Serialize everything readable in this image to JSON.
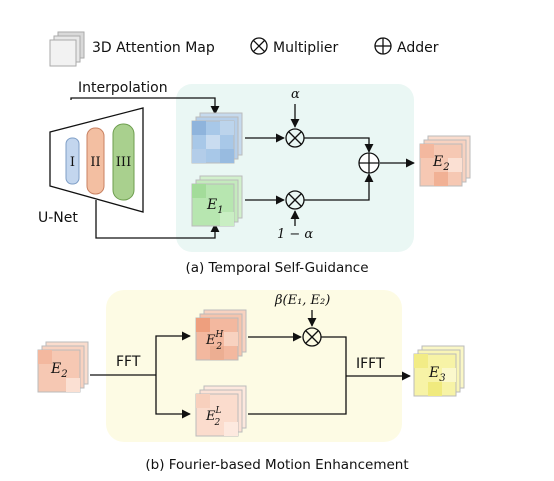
{
  "legend": {
    "attention_map": "3D Attention Map",
    "multiplier": "Multiplier",
    "adder": "Adder"
  },
  "part_a": {
    "interpolation": "Interpolation",
    "unet": "U-Net",
    "stages": [
      "I",
      "II",
      "III"
    ],
    "alpha": "α",
    "one_minus_alpha": "1 − α",
    "e1": "E",
    "e1_sub": "1",
    "e2": "E",
    "e2_sub": "2",
    "caption": "(a) Temporal Self-Guidance"
  },
  "part_b": {
    "e2": "E",
    "e2_sub": "2",
    "fft": "FFT",
    "ifft": "IFFT",
    "beta_label": "β(E₁, E₂)",
    "high": "E",
    "high_sub": "2",
    "high_sup": "H",
    "low": "E",
    "low_sub": "2",
    "low_sup": "L",
    "e3": "E",
    "e3_sub": "3",
    "caption": "(b) Fourier-based Motion Enhancement"
  },
  "colors": {
    "panel_a_bg": "#eaf7f4",
    "panel_b_bg": "#fdfbe4",
    "stage1": "#c3d6ee",
    "stage2": "#f3bfa2",
    "stage3": "#a9d08e",
    "attention": "#a8c8e8",
    "e1": "#b7e6b0",
    "e2": "#f6c8b3",
    "e3": "#f7f3a6"
  }
}
